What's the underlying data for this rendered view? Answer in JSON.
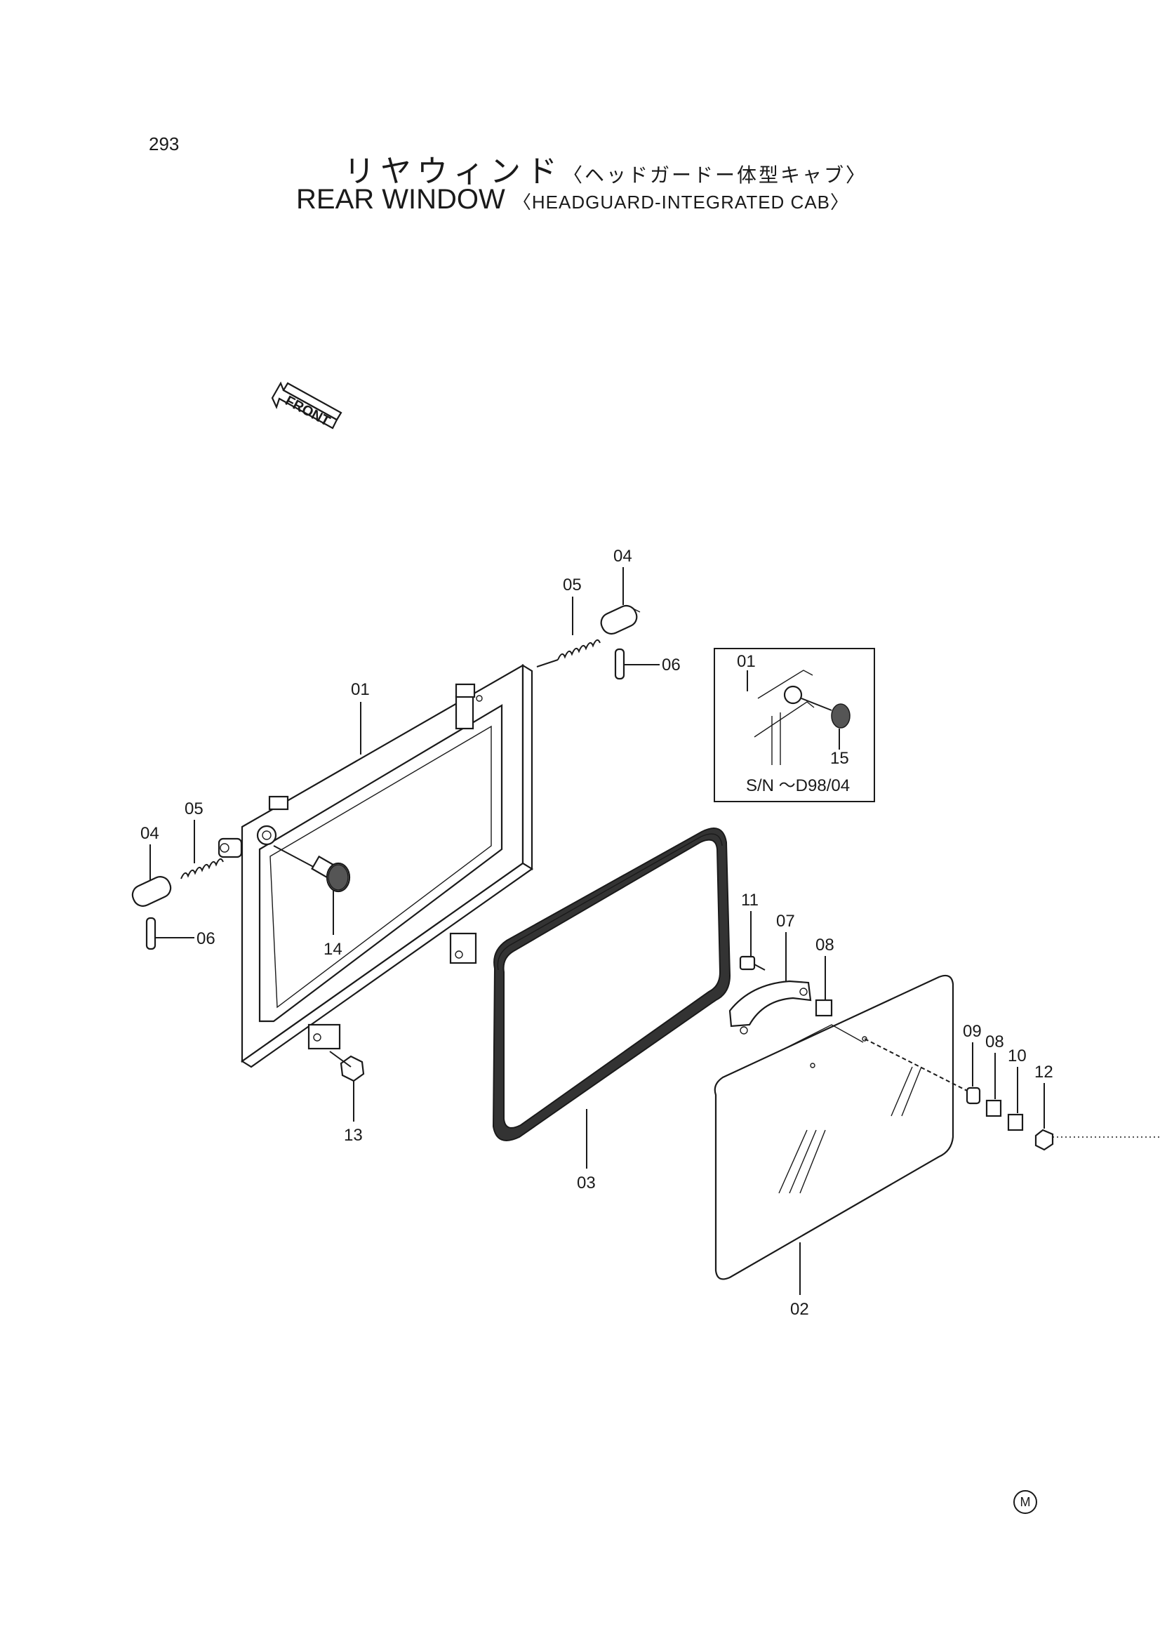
{
  "page_number": "293",
  "title_jp": "リヤウィンド",
  "title_jp_sub": "〈ヘッドガードー体型キャブ〉",
  "title_en": "REAR WINDOW",
  "title_en_sub": "〈HEADGUARD-INTEGRATED CAB〉",
  "front_label": "FRONT",
  "inset_note": "S/N ～D98/04",
  "corner_mark": "M",
  "callouts": {
    "c01_main": "01",
    "c01_inset": "01",
    "c02": "02",
    "c03": "03",
    "c04_top": "04",
    "c04_left": "04",
    "c05_top": "05",
    "c05_left": "05",
    "c06_top": "06",
    "c06_left": "06",
    "c07": "07",
    "c08_a": "08",
    "c08_b": "08",
    "c09": "09",
    "c10": "10",
    "c11": "11",
    "c12": "12",
    "c13": "13",
    "c14": "14",
    "c15": "15"
  }
}
